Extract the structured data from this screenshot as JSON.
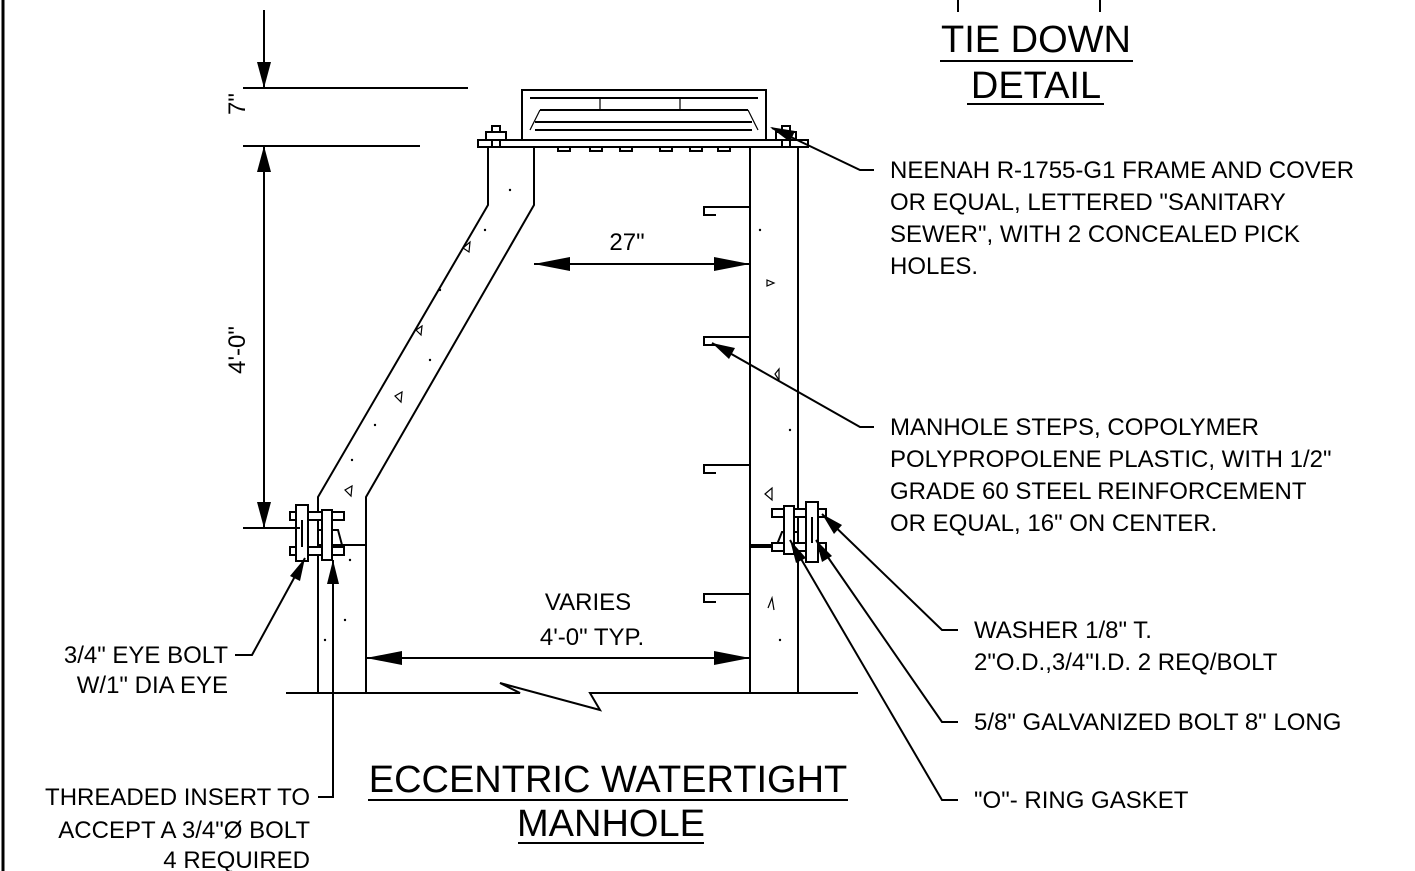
{
  "titles": {
    "tie_down_line1": "TIE DOWN",
    "tie_down_line2": "DETAIL",
    "manhole_line1": "ECCENTRIC WATERTIGHT",
    "manhole_line2": "MANHOLE"
  },
  "dimensions": {
    "top_height": "7\"",
    "cone_height": "4'-0\"",
    "top_opening": "27\"",
    "base_varies": "VARIES",
    "base_typical": "4'-0\" TYP."
  },
  "callouts": {
    "frame_cover": [
      "NEENAH R-1755-G1 FRAME AND COVER",
      "OR EQUAL, LETTERED \"SANITARY",
      "SEWER\", WITH 2 CONCEALED PICK",
      "HOLES."
    ],
    "steps": [
      "MANHOLE STEPS, COPOLYMER",
      "POLYPROPOLENE PLASTIC, WITH 1/2\"",
      "GRADE 60 STEEL REINFORCEMENT",
      "OR EQUAL, 16\" ON CENTER."
    ],
    "washer": [
      "WASHER 1/8\" T.",
      "2\"O.D.,3/4\"I.D. 2 REQ/BOLT"
    ],
    "bolt": "5/8\" GALVANIZED BOLT 8\" LONG",
    "gasket": "\"O\"- RING GASKET",
    "eye_bolt": [
      "3/4\" EYE BOLT",
      "W/1\" DIA EYE"
    ],
    "insert": [
      "THREADED INSERT TO",
      "ACCEPT A 3/4\"Ø BOLT",
      "4 REQUIRED"
    ]
  }
}
